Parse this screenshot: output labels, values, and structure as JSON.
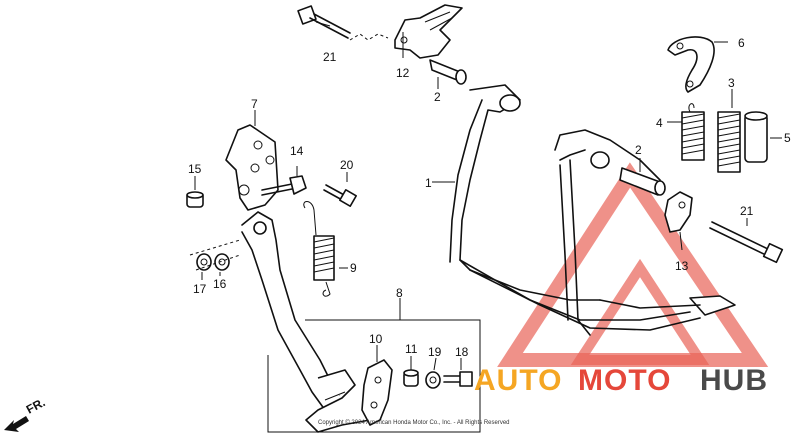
{
  "diagram": {
    "callouts": [
      "1",
      "2",
      "2",
      "3",
      "4",
      "5",
      "6",
      "7",
      "8",
      "9",
      "10",
      "11",
      "12",
      "13",
      "14",
      "15",
      "16",
      "17",
      "18",
      "19",
      "20",
      "21",
      "21"
    ],
    "front_indicator": "FR.",
    "copyright": "Copyright © 2024 American Honda Motor Co., Inc. - All Rights Reserved"
  },
  "watermark": {
    "text_auto": "AUTO",
    "text_moto": "MOTO",
    "text_hub": "HUB",
    "colors": {
      "orange": "#f5a623",
      "red": "#e5473a",
      "gray": "#4a4a4a"
    }
  }
}
